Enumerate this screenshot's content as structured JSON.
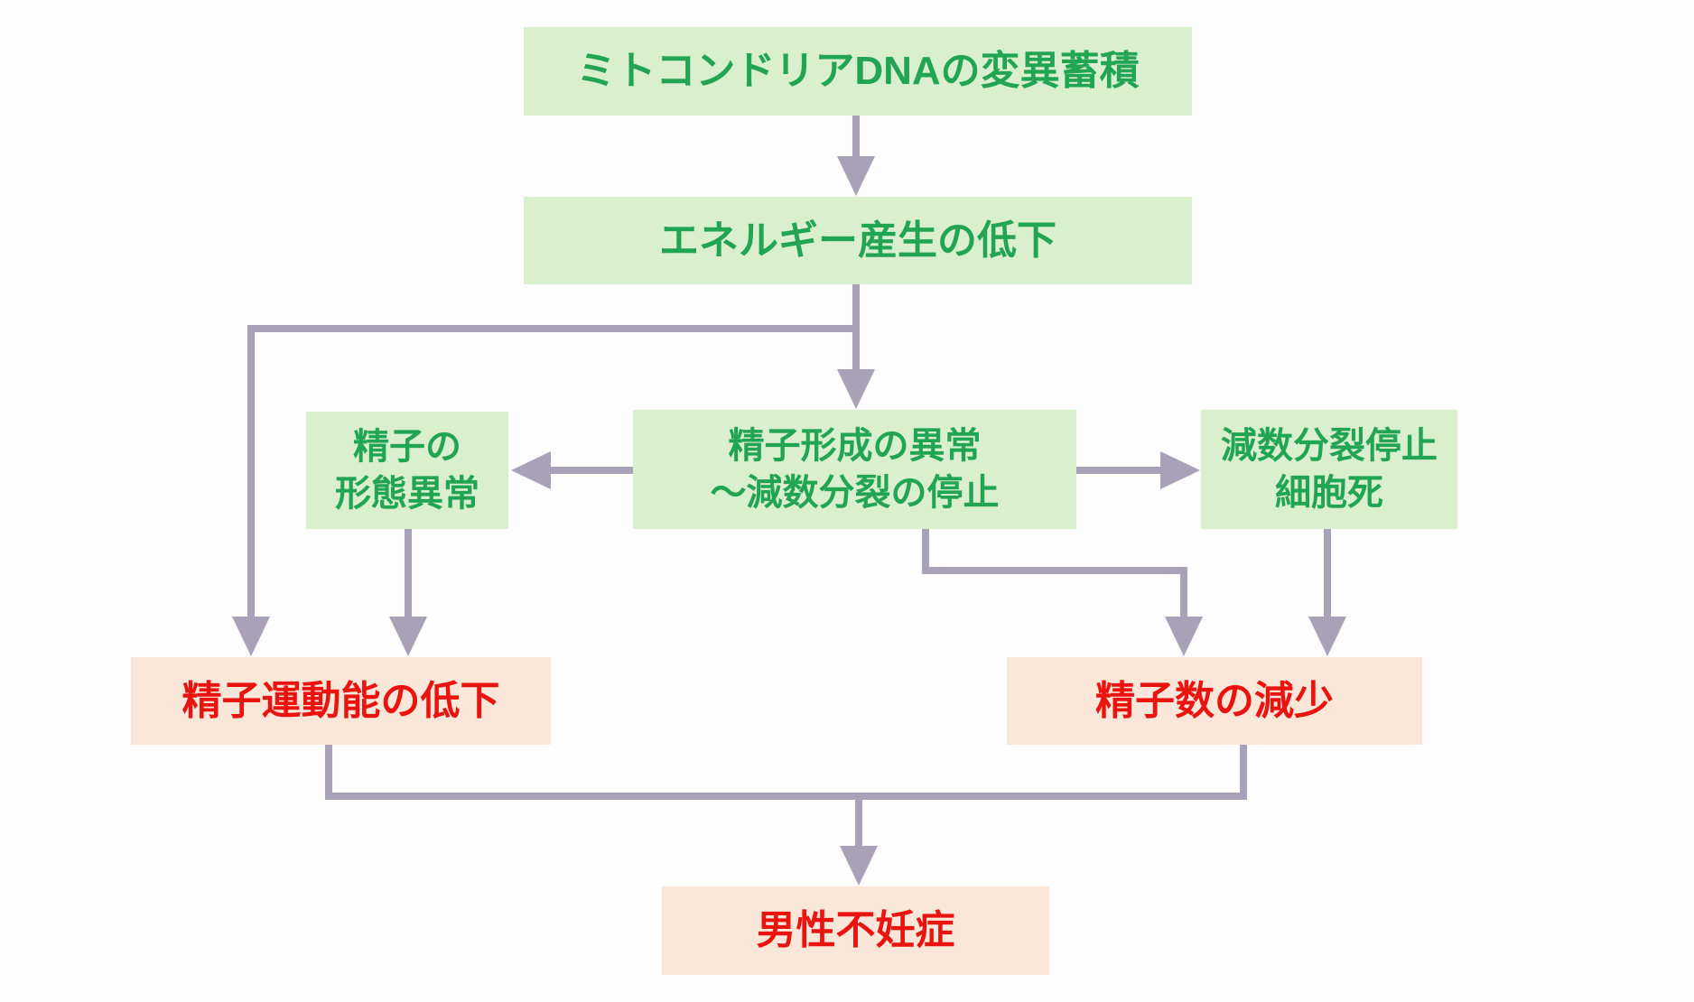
{
  "nodes": {
    "mtdna": {
      "label": "ミトコンドリアDNAの変異蓄積",
      "kind": "cause"
    },
    "energy": {
      "label": "エネルギー産生の低下",
      "kind": "process"
    },
    "spermatogenesis": {
      "label": "精子形成の異常\n～減数分裂の停止",
      "kind": "process"
    },
    "morphology": {
      "label": "精子の\n形態異常",
      "kind": "process"
    },
    "meiosis_arrest": {
      "label": "減数分裂停止\n細胞死",
      "kind": "process"
    },
    "motility": {
      "label": "精子運動能の低下",
      "kind": "outcome"
    },
    "sperm_count": {
      "label": "精子数の減少",
      "kind": "outcome"
    },
    "infertility": {
      "label": "男性不妊症",
      "kind": "outcome"
    }
  },
  "edges": [
    {
      "from": "mtdna",
      "to": "energy"
    },
    {
      "from": "energy",
      "to": "spermatogenesis"
    },
    {
      "from": "energy",
      "to": "motility"
    },
    {
      "from": "spermatogenesis",
      "to": "morphology"
    },
    {
      "from": "spermatogenesis",
      "to": "meiosis_arrest"
    },
    {
      "from": "spermatogenesis",
      "to": "sperm_count"
    },
    {
      "from": "morphology",
      "to": "motility"
    },
    {
      "from": "meiosis_arrest",
      "to": "sperm_count"
    },
    {
      "from": "motility",
      "to": "infertility"
    },
    {
      "from": "sperm_count",
      "to": "infertility"
    }
  ],
  "colors": {
    "green_box_bg": "#d9efce",
    "green_text": "#22a553",
    "peach_box_bg": "#fbe7d9",
    "red_text": "#e9130f",
    "arrow": "#a8a1b7",
    "page_bg": "#fdfdfd"
  }
}
